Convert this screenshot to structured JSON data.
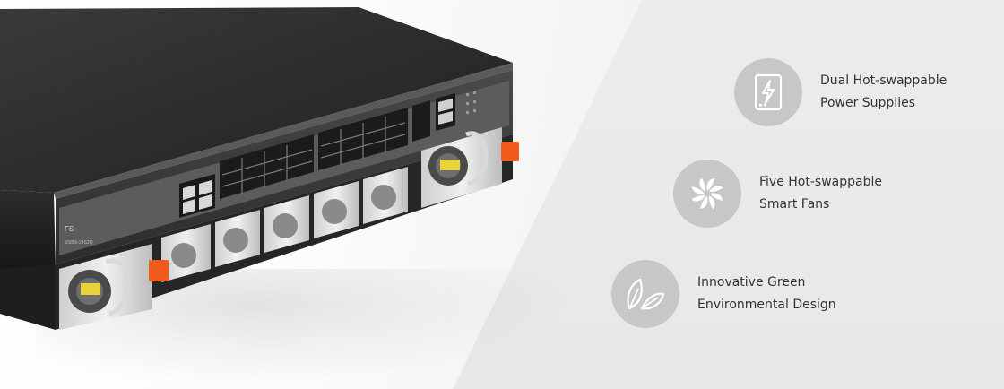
{
  "product": {
    "brand_badge": "FS",
    "model_label": "S5850-24S2Q"
  },
  "features": [
    {
      "icon": "power-supply-icon",
      "line1": "Dual Hot-swappable",
      "line2": "Power Supplies"
    },
    {
      "icon": "fan-icon",
      "line1": "Five Hot-swappable",
      "line2": "Smart Fans"
    },
    {
      "icon": "leaf-icon",
      "line1": "Innovative Green",
      "line2": "Environmental Design"
    }
  ],
  "colors": {
    "icon_circle": "#c7c7c7",
    "icon_glyph": "#ffffff",
    "text": "#333333",
    "handle_accent": "#f05a1a",
    "psu_label": "#e8d33a"
  }
}
